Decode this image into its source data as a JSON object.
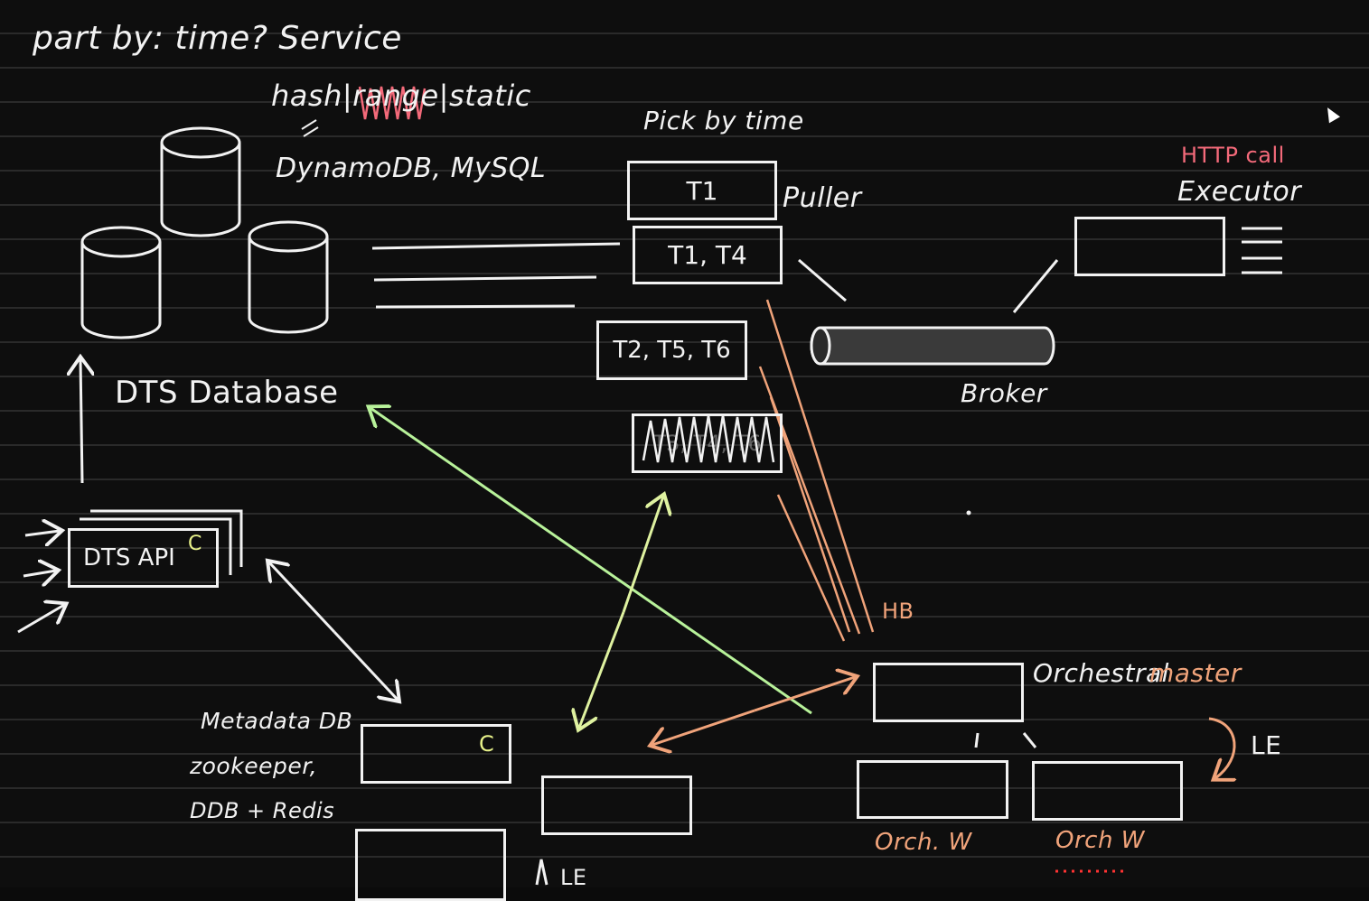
{
  "header": {
    "partition_line": "part by: time? Service",
    "strategy_line": "hash|range|static",
    "db_line": "DynamoDB, MySQL"
  },
  "database": {
    "label": "DTS Database"
  },
  "api": {
    "label": "DTS API",
    "badge": "C"
  },
  "puller": {
    "heading": "Pick by time",
    "label": "Puller",
    "partitions": [
      "T1",
      "T1, T4",
      "T2, T5, T6",
      "T3, T4, T6"
    ]
  },
  "broker": {
    "label": "Broker"
  },
  "executor": {
    "call_label": "HTTP call",
    "label": "Executor"
  },
  "orchestrator": {
    "hb_label": "HB",
    "master_label_a": "Orchestral",
    "master_label_b": "master",
    "le_label": "LE",
    "worker_a": "Orch. W",
    "worker_b": "Orch W"
  },
  "metadata": {
    "line1": "Metadata DB",
    "line2": "zookeeper,",
    "line3": "DDB + Redis",
    "badge": "C"
  },
  "bottom": {
    "le_label": "LE"
  },
  "colors": {
    "ink": "#f2f2f2",
    "orange": "#f0a37a",
    "green": "#b8f29a",
    "yellow_green": "#dff2a0",
    "pink": "#f46a7a"
  }
}
